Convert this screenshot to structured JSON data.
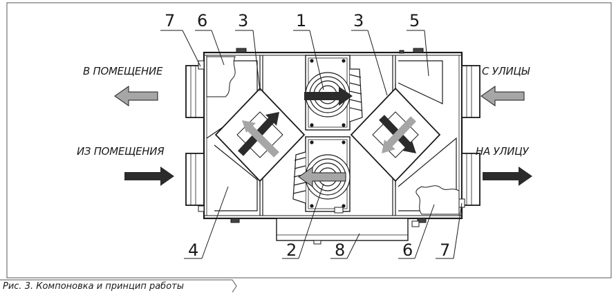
{
  "labels": {
    "in_room": "В ПОМЕЩЕНИЕ",
    "from_street": "С УЛИЦЫ",
    "from_room": "ИЗ ПОМЕЩЕНИЯ",
    "to_street": "НА УЛИЦУ"
  },
  "callouts": {
    "c7_left": "7",
    "c6_top": "6",
    "c3_left": "3",
    "c1": "1",
    "c3_right": "3",
    "c5": "5",
    "c4": "4",
    "c2": "2",
    "c8": "8",
    "c6_bottom": "6",
    "c7_right": "7"
  },
  "caption": "Рис. 3. Компоновка и принцип работы",
  "colors": {
    "line": "#1a1a1a",
    "frame": "#555555",
    "arrow_dark": "#2b2b2b",
    "arrow_light": "#a6a6a6",
    "panel": "#ffffff"
  }
}
